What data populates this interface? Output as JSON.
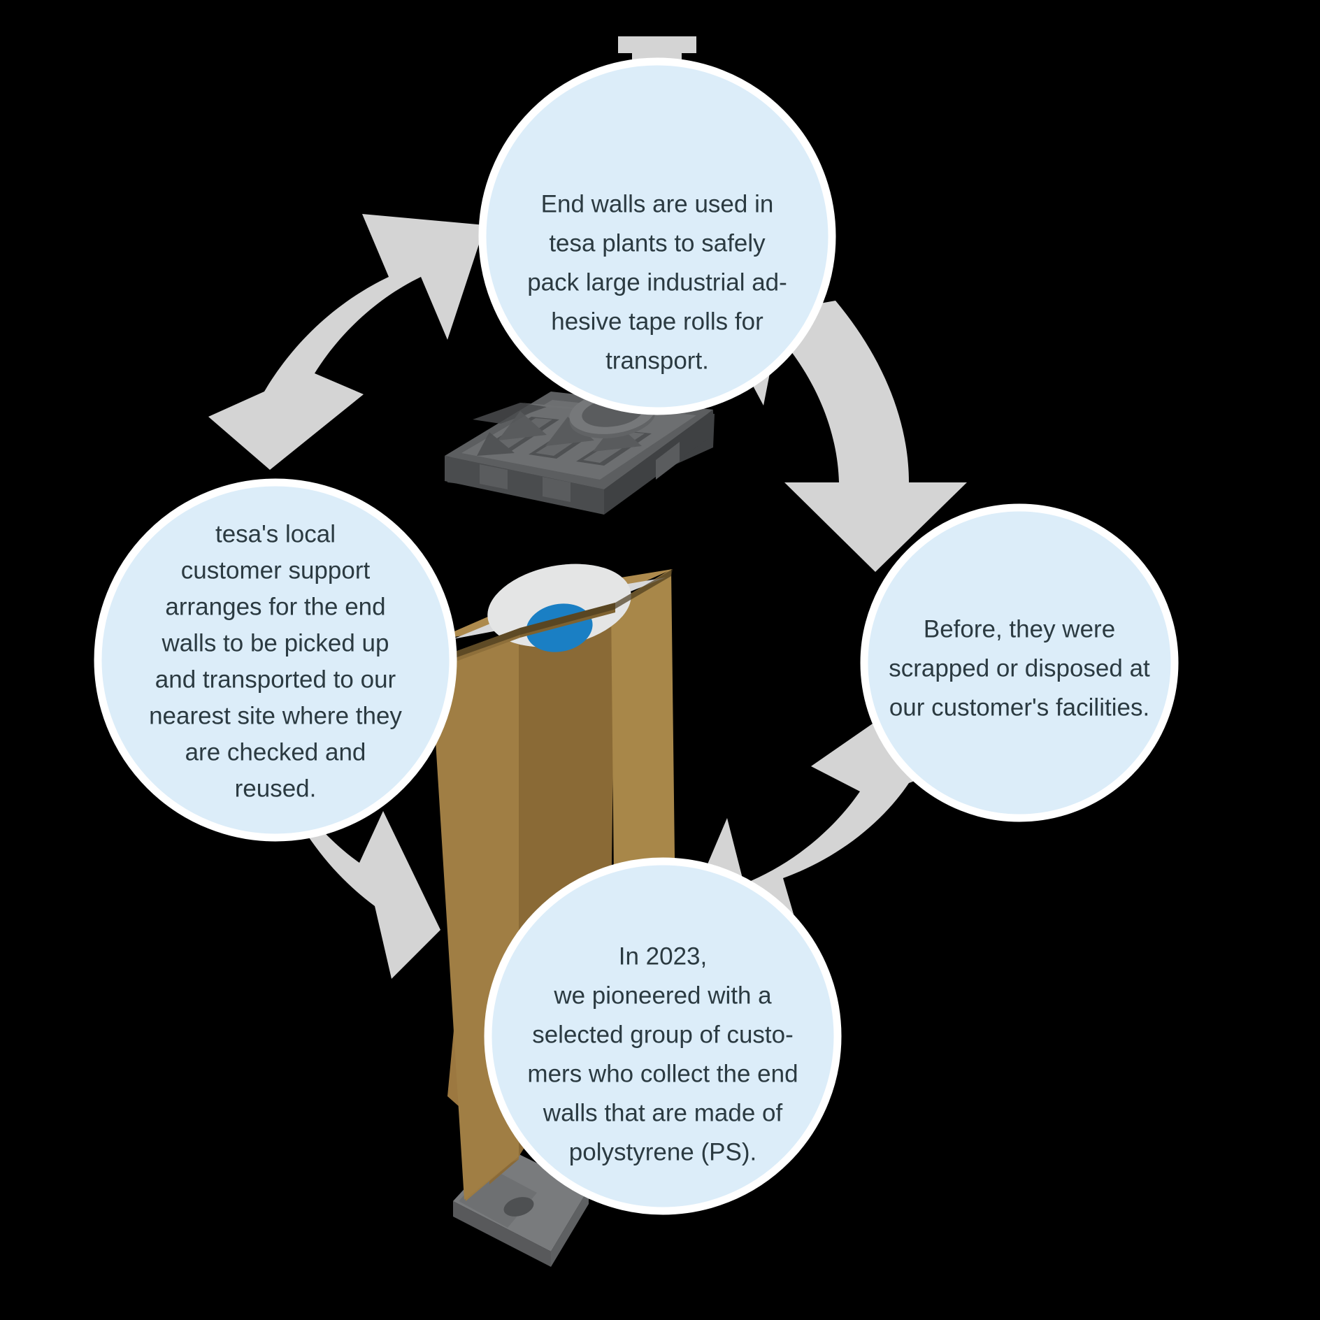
{
  "diagram": {
    "type": "circular-process",
    "background_color": "#000000",
    "bubble_fill": "#dcedf9",
    "bubble_stroke": "#ffffff",
    "arrow_fill": "#d4d4d4",
    "text_color": "#2b3a41",
    "steps": [
      {
        "id": "step-top",
        "position": "top",
        "lines": [
          "End walls are used in",
          "tesa plants to safely",
          "pack large industrial ad-",
          "hesive tape rolls for",
          "transport."
        ]
      },
      {
        "id": "step-right",
        "position": "right",
        "lines": [
          "Before, they were",
          "scrapped or disposed at",
          "our customer's facilities."
        ]
      },
      {
        "id": "step-bottom",
        "position": "bottom",
        "lines": [
          "In 2023,",
          "we pioneered with a",
          "selected group of custo-",
          "mers who collect the end",
          "walls that are made of",
          "polystyrene (PS)."
        ]
      },
      {
        "id": "step-left",
        "position": "left",
        "lines": [
          "tesa's local",
          "customer support",
          "arranges for the end",
          "walls to be picked up",
          "and transported to our",
          "nearest site where they",
          "are checked and",
          "reused."
        ]
      }
    ],
    "illustration": {
      "name": "end-wall-packaging-exploded-view",
      "parts": [
        {
          "name": "molded-end-wall-cap",
          "color": "#5a5c5e"
        },
        {
          "name": "cardboard-box",
          "color": "#a07b42"
        },
        {
          "name": "adhesive-tape-roll",
          "color": "#dcdcdc"
        },
        {
          "name": "tape-roll-core",
          "color": "#1a7fc4"
        },
        {
          "name": "bottom-end-wall",
          "color": "#6b6d6f"
        }
      ]
    }
  }
}
